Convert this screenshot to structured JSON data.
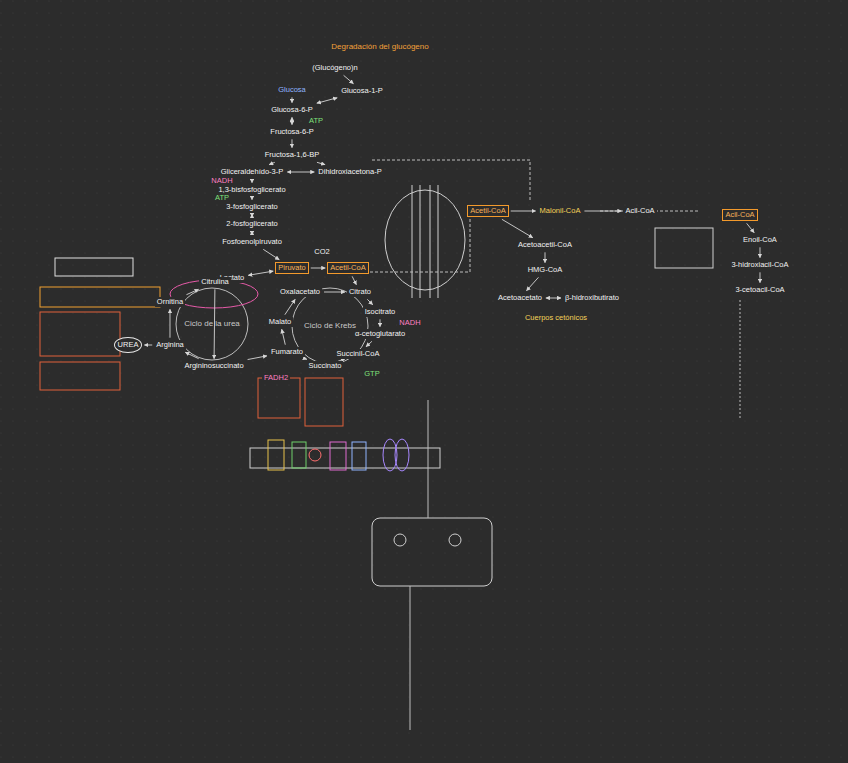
{
  "diagram": {
    "title": "Degradación del glucógeno",
    "nodes": [
      {
        "text": [
          "(Glucógeno)n"
        ]
      },
      {
        "text": [
          "Glucosa-1-P"
        ]
      },
      {
        "text": [
          "Glucosa"
        ]
      },
      {
        "text": [
          "Glucosa-6-P"
        ]
      },
      {
        "text": [
          "Fructosa-6-P"
        ]
      },
      {
        "text": [
          "Fructosa-1,6-BP"
        ]
      },
      {
        "text": [
          "Gliceraldehído-3-P"
        ]
      },
      {
        "text": [
          "Dihidroxiacetona-P"
        ]
      },
      {
        "text": [
          "1,3-bisfosfoglicerato"
        ]
      },
      {
        "text": [
          "3-fosfoglicerato"
        ]
      },
      {
        "text": [
          "2-fosfoglicerato"
        ]
      },
      {
        "text": [
          "Fosfoenolpiruvato"
        ]
      },
      {
        "text": [
          "Piruvato"
        ]
      },
      {
        "text": [
          "Lactato"
        ]
      },
      {
        "text": [
          "Acetil-CoA"
        ]
      },
      {
        "text": [
          "Oxalacetato"
        ]
      },
      {
        "text": [
          "Citrato"
        ]
      },
      {
        "text": [
          "Isocitrato"
        ]
      },
      {
        "text": [
          "α-cetoglutarato"
        ]
      },
      {
        "text": [
          "Succinil-CoA"
        ]
      },
      {
        "text": [
          "Succinato"
        ]
      },
      {
        "text": [
          "Fumarato"
        ]
      },
      {
        "text": [
          "Malato"
        ]
      },
      {
        "text": [
          "Citrulina"
        ]
      },
      {
        "text": [
          "Argininosuccinato"
        ]
      },
      {
        "text": [
          "Arginina"
        ]
      },
      {
        "text": [
          "Ornitina"
        ]
      },
      {
        "text": [
          "UREA"
        ]
      },
      {
        "text": [
          "Acetil-CoA"
        ]
      },
      {
        "text": [
          "Malonil-CoA"
        ]
      },
      {
        "text": [
          "Acil-CoA"
        ]
      },
      {
        "text": [
          "Acetoacetil-CoA"
        ]
      },
      {
        "text": [
          "HMG-CoA"
        ]
      },
      {
        "text": [
          "Acetoacetato"
        ]
      },
      {
        "text": [
          "β-hidroxibutirato"
        ]
      },
      {
        "text": [
          "Acil-CoA"
        ]
      },
      {
        "text": [
          "Enoil-CoA"
        ]
      },
      {
        "text": [
          "3-hidroxiacil-CoA"
        ]
      },
      {
        "text": [
          "3-cetoacil-CoA"
        ]
      }
    ],
    "edges": [
      {
        "from": 0,
        "to": 1,
        "arrow": "to"
      },
      {
        "from": 1,
        "to": 3,
        "arrow": "both"
      },
      {
        "from": 2,
        "to": 3,
        "arrow": "to"
      },
      {
        "from": 3,
        "to": 4,
        "arrow": "both"
      },
      {
        "from": 4,
        "to": 5,
        "arrow": "to"
      },
      {
        "from": 5,
        "to": 6,
        "arrow": "to"
      },
      {
        "from": 5,
        "to": 7,
        "arrow": "to"
      },
      {
        "from": 7,
        "to": 6,
        "arrow": "both"
      },
      {
        "from": 6,
        "to": 8,
        "arrow": "to"
      },
      {
        "from": 8,
        "to": 9,
        "arrow": "to"
      },
      {
        "from": 9,
        "to": 10,
        "arrow": "both"
      },
      {
        "from": 10,
        "to": 11,
        "arrow": "both"
      },
      {
        "from": 11,
        "to": 12,
        "arrow": "to"
      },
      {
        "from": 12,
        "to": 13,
        "arrow": "both"
      },
      {
        "from": 12,
        "to": 14,
        "arrow": "to"
      },
      {
        "from": 14,
        "to": 16,
        "arrow": "to"
      },
      {
        "from": 15,
        "to": 16,
        "arrow": "to"
      },
      {
        "from": 16,
        "to": 17,
        "arrow": "to"
      },
      {
        "from": 17,
        "to": 18,
        "arrow": "to"
      },
      {
        "from": 18,
        "to": 19,
        "arrow": "to"
      },
      {
        "from": 19,
        "to": 20,
        "arrow": "to"
      },
      {
        "from": 20,
        "to": 21,
        "arrow": "to"
      },
      {
        "from": 21,
        "to": 22,
        "arrow": "to"
      },
      {
        "from": 22,
        "to": 15,
        "arrow": "to"
      },
      {
        "from": 26,
        "to": 23,
        "arrow": "to"
      },
      {
        "from": 23,
        "to": 24,
        "arrow": "to"
      },
      {
        "from": 24,
        "to": 25,
        "arrow": "to"
      },
      {
        "from": 25,
        "to": 26,
        "arrow": "to"
      },
      {
        "from": 25,
        "to": 27,
        "arrow": "to"
      },
      {
        "from": 24,
        "to": 21,
        "arrow": "to"
      },
      {
        "from": 28,
        "to": 29,
        "arrow": "to"
      },
      {
        "from": 29,
        "to": 30,
        "arrow": "to"
      },
      {
        "from": 28,
        "to": 31,
        "arrow": "to"
      },
      {
        "from": 31,
        "to": 32,
        "arrow": "to"
      },
      {
        "from": 32,
        "to": 33,
        "arrow": "to"
      },
      {
        "from": 33,
        "to": 34,
        "arrow": "both"
      },
      {
        "from": 35,
        "to": 36,
        "arrow": "to"
      },
      {
        "from": 36,
        "to": 37,
        "arrow": "to"
      },
      {
        "from": 37,
        "to": 38,
        "arrow": "to"
      }
    ],
    "labels": [
      "Ciclo de Krebs",
      "Ciclo de la urea",
      "ATP",
      "NADH",
      "ATP",
      "CO2",
      "NADH",
      "GTP",
      "FADH2",
      "Cuerpos cetónicos"
    ]
  }
}
